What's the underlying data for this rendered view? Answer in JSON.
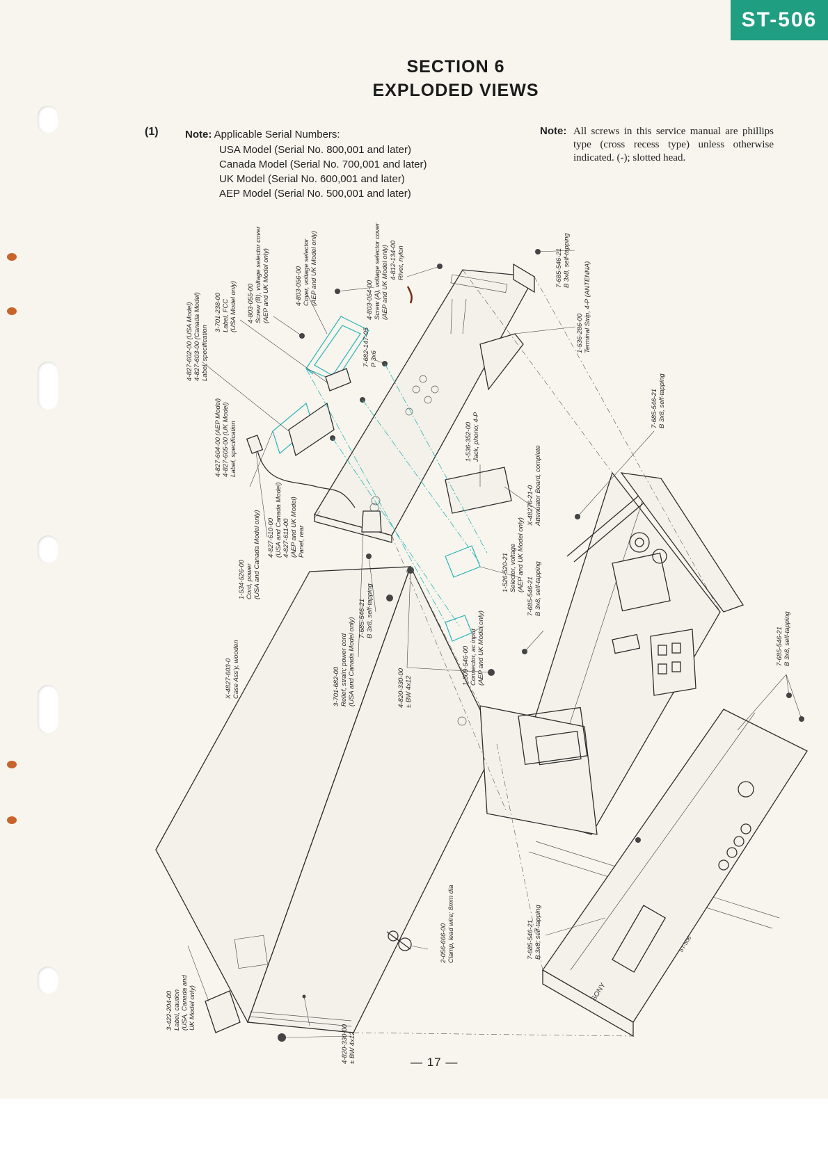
{
  "model_tab": "ST-506",
  "section": "SECTION 6",
  "title": "EXPLODED VIEWS",
  "figure_number": "(1)",
  "note_left": {
    "label": "Note:",
    "heading": "Applicable Serial Numbers:",
    "serials": [
      "USA Model (Serial No. 800,001 and later)",
      "Canada Model (Serial No. 700,001 and later)",
      "UK Model (Serial No. 600,001 and later)",
      "AEP Model (Serial No. 500,001 and later)"
    ]
  },
  "note_right": {
    "label": "Note:",
    "text": "All screws in this service manual are phillips type (cross recess type) unless otherwise indicated. (-); slotted head."
  },
  "labels": {
    "lbl_spec_usa": [
      "4-827-602-00 (USA Model)",
      "4-827-603-00 (Canada Model)",
      "Label, specification"
    ],
    "lbl_fcc": [
      "3-701-238-00",
      "Label, FCC",
      "(USA Model only)"
    ],
    "lbl_screw_b": [
      "4-803-055-00",
      "Screw (B), voltage selector cover",
      "(AEP and UK Model only)"
    ],
    "lbl_cover_vs": [
      "4-803-056-00",
      "Cover, voltage selector",
      "(AEP and UK Model only)"
    ],
    "lbl_screw_a": [
      "4-803-054-00",
      "Screw (A), voltage selector cover",
      "(AEP and UK Model only)"
    ],
    "lbl_rivet": [
      "4-812-134-00",
      "Rivet, nylon"
    ],
    "lbl_p3x6": [
      "7-682-147-05",
      "P 3x6"
    ],
    "lbl_screw_top": [
      "7-685-546-21",
      "B 3x8, self-tapping"
    ],
    "lbl_terminal": [
      "1-536-286-00",
      "Terminal Strip, 4-P (ANTENNA)"
    ],
    "lbl_spec_aep": [
      "4-827-604-00 (AEP Model)",
      "4-827-605-00 (UK Model)",
      "Label, specification"
    ],
    "lbl_jack": [
      "1-536-352-00",
      "Jack, phono; 4-P"
    ],
    "lbl_atten": [
      "X-48276-21-0",
      "Attenuator Board, complete"
    ],
    "lbl_screw_right": [
      "7-685-546-21",
      "B 3x8, self-tapping"
    ],
    "lbl_cord": [
      "1-534-526-00",
      "Cord, power",
      "(USA and Canada Model only)"
    ],
    "lbl_panel": [
      "4-827-610-00",
      "(USA and Canada Model)",
      "4-827-611-00",
      "(AEP and UK Model)",
      "Panel, rear"
    ],
    "lbl_selector": [
      "1-526-520-21",
      "Selector, voltage",
      "(AEP and UK Model only)"
    ],
    "lbl_screw_mid": [
      "7-685-546-21",
      "B 3x8, self-tapping"
    ],
    "lbl_screw_far": [
      "7-685-546-21",
      "B 3x8, self-tapping"
    ],
    "lbl_relief": [
      "3-701-682-00",
      "Relief, strain; power cord",
      "(USA and Canada Model only)"
    ],
    "lbl_screw_rp": [
      "7-685-546-21",
      "B 3x8, self-tapping"
    ],
    "lbl_connector": [
      "1-509-546-00",
      "Connector, ac input",
      "(AEP and UK Model only)"
    ],
    "lbl_case": [
      "X-4827-603-0",
      "Case Ass'y, wooden"
    ],
    "lbl_bw_mid": [
      "4-820-330-00",
      "± BW 4x12"
    ],
    "lbl_clamp": [
      "2-056-666-00",
      "Clamp, lead wire; 8mm dia"
    ],
    "lbl_screw_front": [
      "7-685-546-21",
      "B 3x8, self-tapping"
    ],
    "lbl_caution": [
      "3-422-204-00",
      "Label, caution",
      "(USA, Canada and",
      "UK Model only)"
    ],
    "lbl_bw_bottom": [
      "4-820-330-00",
      "± BW 4x12"
    ]
  },
  "front_panel_brand": "SONY",
  "front_panel_model": "ST-506",
  "page_number": "— 17 —"
}
